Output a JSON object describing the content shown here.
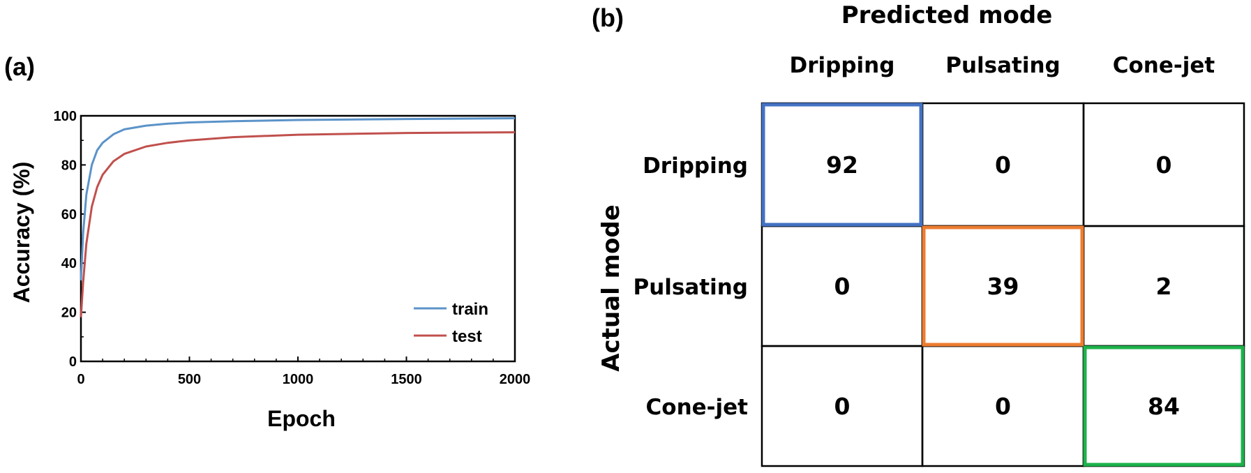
{
  "panels": {
    "a_label": "(a)",
    "b_label": "(b)"
  },
  "chart_data": [
    {
      "type": "line",
      "xlabel": "Epoch",
      "ylabel": "Accuracy (%)",
      "xlim": [
        0,
        2000
      ],
      "ylim": [
        0,
        100
      ],
      "xticks": [
        "0",
        "500",
        "1000",
        "1500",
        "2000"
      ],
      "yticks": [
        "0",
        "20",
        "40",
        "60",
        "80",
        "100"
      ],
      "grid": false,
      "legend": "bottom-right",
      "series": [
        {
          "name": "train",
          "color": "#5b93c9",
          "x": [
            0,
            10,
            25,
            50,
            75,
            100,
            150,
            200,
            300,
            400,
            500,
            700,
            1000,
            1500,
            2000
          ],
          "y": [
            33,
            52,
            68,
            80,
            86,
            89,
            92.5,
            94.5,
            96,
            96.8,
            97.3,
            97.8,
            98.3,
            98.7,
            99
          ]
        },
        {
          "name": "test",
          "color": "#c0504d",
          "x": [
            0,
            10,
            25,
            50,
            75,
            100,
            150,
            200,
            300,
            400,
            500,
            700,
            1000,
            1500,
            2000
          ],
          "y": [
            18,
            32,
            48,
            63,
            71,
            76,
            81.5,
            84.5,
            87.5,
            89,
            90,
            91.3,
            92.3,
            93,
            93.3
          ]
        }
      ]
    },
    {
      "type": "heatmap",
      "title": "Predicted mode",
      "ylabel": "Actual mode",
      "columns": [
        "Dripping",
        "Pulsating",
        "Cone-jet"
      ],
      "rows": [
        "Dripping",
        "Pulsating",
        "Cone-jet"
      ],
      "values": [
        [
          92,
          0,
          0
        ],
        [
          0,
          39,
          2
        ],
        [
          0,
          0,
          84
        ]
      ],
      "diagonal_colors": [
        "#4472c4",
        "#ed7d31",
        "#1db24b"
      ]
    }
  ]
}
